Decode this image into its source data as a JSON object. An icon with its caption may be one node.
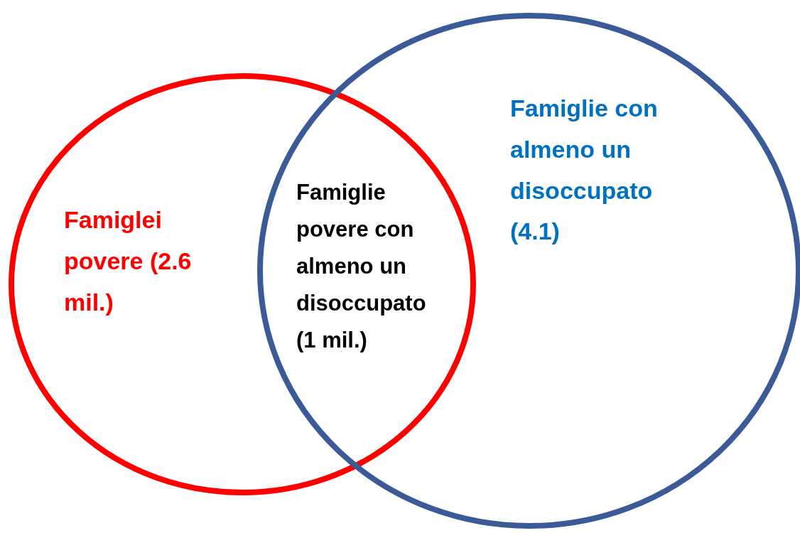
{
  "diagram": {
    "nodes": [
      {
        "text": [
          "Famiglei povere (2.6 mil.)"
        ]
      },
      {
        "text": [
          "Famiglie con almeno un disoccupato (4.1)"
        ]
      }
    ],
    "labels": [
      "Famiglie povere con almeno un disoccupato (1 mil.)"
    ]
  }
}
